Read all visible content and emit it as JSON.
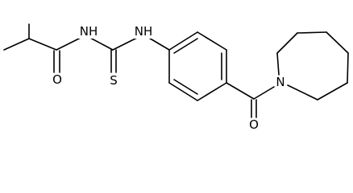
{
  "molecule": {
    "atom_labels": {
      "amide_nh": "NH",
      "amide_o": "O",
      "thiourea_s": "S",
      "aryl_nh": "NH",
      "azepane_n": "N",
      "ketone_o": "O"
    },
    "colors": {
      "bond": "#000000",
      "label": "#000000",
      "background": "#ffffff"
    }
  }
}
